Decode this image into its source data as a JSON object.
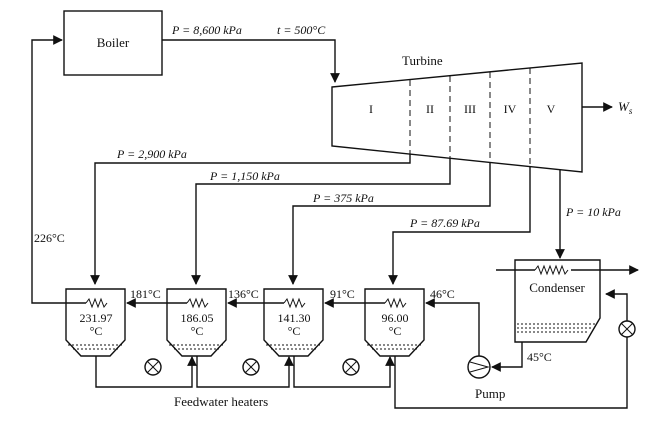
{
  "labels": {
    "boiler": "Boiler",
    "turbine": "Turbine",
    "condenser": "Condenser",
    "pump": "Pump",
    "heaters_caption": "Feedwater heaters",
    "work_symbol": "W",
    "work_subscript": "s"
  },
  "inlet": {
    "pressure": "P = 8,600 kPa",
    "temperature": "t = 500°C"
  },
  "turbine_sections": [
    "I",
    "II",
    "III",
    "IV",
    "V"
  ],
  "extractions": {
    "p1": "P = 2,900 kPa",
    "p2": "P = 1,150 kPa",
    "p3": "P = 375 kPa",
    "p4": "P = 87.69 kPa",
    "exhaust": "P = 10 kPa"
  },
  "heaters": [
    {
      "temp": "231.97",
      "unit": "°C"
    },
    {
      "temp": "186.05",
      "unit": "°C"
    },
    {
      "temp": "141.30",
      "unit": "°C"
    },
    {
      "temp": "96.00",
      "unit": "°C"
    }
  ],
  "feedwater_temps": {
    "boiler_feed": "226°C",
    "t181": "181°C",
    "t136": "136°C",
    "t91": "91°C",
    "t46": "46°C",
    "t45": "45°C"
  }
}
